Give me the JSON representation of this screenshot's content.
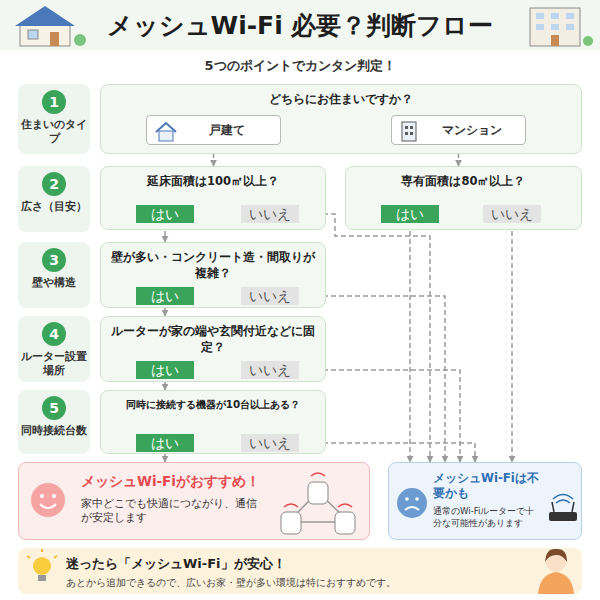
{
  "diagram": {
    "title": "メッシュWi-Fi 必要？判断フロー",
    "nodes": [
      {
        "text": [
          "1",
          "住まいのタイプ"
        ]
      },
      {
        "text": [
          "どちらにお住まいですか？"
        ]
      },
      {
        "text": [
          "戸建て"
        ],
        "in": 1
      },
      {
        "text": [
          "マンション"
        ],
        "in": 1
      },
      {
        "text": [
          "2",
          "広さ（目安）"
        ]
      },
      {
        "text": [
          "延床面積は100㎡以上？"
        ]
      },
      {
        "text": [
          "はい"
        ],
        "in": 5
      },
      {
        "text": [
          "いいえ"
        ],
        "in": 5
      },
      {
        "text": [
          "専有面積は80㎡以上？"
        ]
      },
      {
        "text": [
          "はい"
        ],
        "in": 8
      },
      {
        "text": [
          "いいえ"
        ],
        "in": 8
      },
      {
        "text": [
          "3",
          "壁や構造"
        ]
      },
      {
        "text": [
          "壁が多い・コンクリート造・間取りが複雑？"
        ]
      },
      {
        "text": [
          "はい"
        ],
        "in": 12
      },
      {
        "text": [
          "いいえ"
        ],
        "in": 12
      },
      {
        "text": [
          "4",
          "ルーター設置場所"
        ]
      },
      {
        "text": [
          "ルーターが家の端や玄関付近などに固定？"
        ]
      },
      {
        "text": [
          "はい"
        ],
        "in": 16
      },
      {
        "text": [
          "いいえ"
        ],
        "in": 16
      },
      {
        "text": [
          "5",
          "同時接続台数"
        ]
      },
      {
        "text": [
          "同時に接続する機器が10台以上ある？"
        ]
      },
      {
        "text": [
          "はい"
        ],
        "in": 20
      },
      {
        "text": [
          "いいえ"
        ],
        "in": 20
      },
      {
        "text": [
          "メッシュWi-Fiがおすすめ！",
          "家中どこでも快適につながり、通信が安定します"
        ]
      },
      {
        "text": [
          "メッシュWi-Fiは不要かも",
          "通常のWi-Fiルーターで十分な可能性があります"
        ]
      },
      {
        "text": [
          "迷ったら「メッシュWi-Fi」が安心！",
          "あとから追加できるので、広いお家・壁が多い環境は特におすすめです。"
        ]
      }
    ],
    "edges": [
      {
        "from": 2,
        "to": 5,
        "arrow": "to"
      },
      {
        "from": 3,
        "to": 8,
        "arrow": "to"
      },
      {
        "from": 6,
        "to": 12,
        "arrow": "to"
      },
      {
        "from": 7,
        "to": 24,
        "arrow": "to"
      },
      {
        "from": 9,
        "to": 24,
        "arrow": "to"
      },
      {
        "from": 10,
        "to": 24,
        "arrow": "to"
      },
      {
        "from": 13,
        "to": 16,
        "arrow": "to"
      },
      {
        "from": 14,
        "to": 24,
        "arrow": "to"
      },
      {
        "from": 17,
        "to": 20,
        "arrow": "to"
      },
      {
        "from": 18,
        "to": 24,
        "arrow": "to"
      },
      {
        "from": 21,
        "to": 23,
        "arrow": "to"
      },
      {
        "from": 22,
        "to": 24,
        "arrow": "to"
      }
    ],
    "labels": [
      "5つのポイントでカンタン判定！"
    ]
  }
}
